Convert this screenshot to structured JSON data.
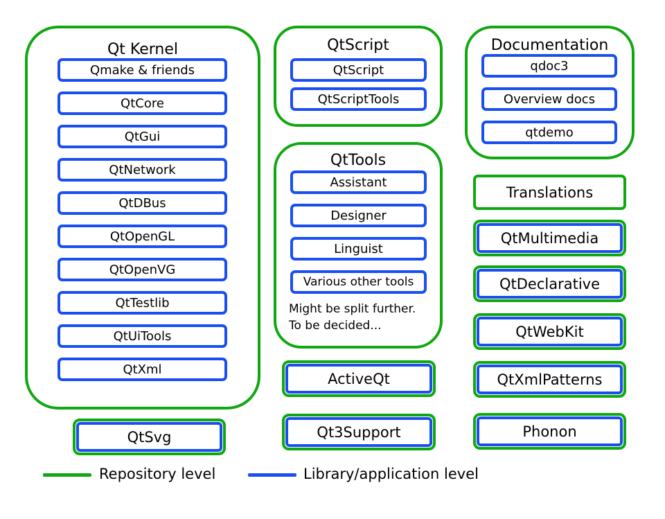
{
  "colors": {
    "repository": "#10a810",
    "library": "#1a4ef0"
  },
  "qt_kernel": {
    "title": "Qt Kernel",
    "items": [
      "Qmake & friends",
      "QtCore",
      "QtGui",
      "QtNetwork",
      "QtDBus",
      "QtOpenGL",
      "QtOpenVG",
      "QtTestlib",
      "QtUiTools",
      "QtXml"
    ]
  },
  "qtscript": {
    "title": "QtScript",
    "items": [
      "QtScript",
      "QtScriptTools"
    ]
  },
  "documentation": {
    "title": "Documentation",
    "items": [
      "qdoc3",
      "Overview docs",
      "qtdemo"
    ]
  },
  "qttools": {
    "title": "QtTools",
    "items": [
      "Assistant",
      "Designer",
      "Linguist",
      "Various other tools"
    ],
    "note_lines": [
      "Might be split further.",
      "To be decided..."
    ]
  },
  "translations": "Translations",
  "standalone": {
    "qtsvg": "QtSvg",
    "activeqt": "ActiveQt",
    "qt3support": "Qt3Support",
    "qtmultimedia": "QtMultimedia",
    "qtdeclarative": "QtDeclarative",
    "qtwebkit": "QtWebKit",
    "qtxmlpatterns": "QtXmlPatterns",
    "phonon": "Phonon"
  },
  "legend": {
    "repository": "Repository level",
    "library": "Library/application level"
  }
}
